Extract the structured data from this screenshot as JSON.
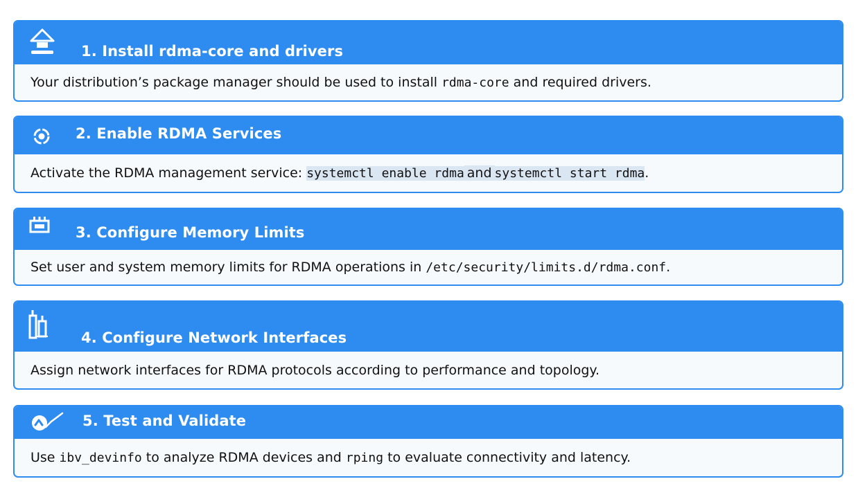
{
  "steps": [
    {
      "icon": "install-icon",
      "title": "1. Install rdma-core and drivers",
      "body": {
        "t1": "Your distribution’s package manager should be used to install ",
        "code1": "rdma-core",
        "t2": " and required drivers."
      }
    },
    {
      "icon": "target-icon",
      "title": "2. Enable RDMA Services",
      "body": {
        "t1": "Activate the RDMA management service: ",
        "code1": "systemctl enable rdma",
        "t2": "and",
        "code2": "systemctl start rdma",
        "t3": "."
      }
    },
    {
      "icon": "memory-icon",
      "title": "3. Configure Memory Limits",
      "body": {
        "t1": "Set user and system memory limits for RDMA operations in ",
        "code1": "/etc/security/limits.d/rdma.conf",
        "t2": "."
      }
    },
    {
      "icon": "network-interfaces-icon",
      "title": "4. Configure Network Interfaces",
      "body": {
        "t1": "Assign network interfaces for RDMA protocols according to performance and topology."
      }
    },
    {
      "icon": "validate-icon",
      "title": "5. Test and Validate",
      "body": {
        "t1": "Use ",
        "code1": "ibv_devinfo",
        "t2": " to analyze RDMA devices and ",
        "code2": "rping",
        "t3": " to evaluate connectivity and latency."
      }
    }
  ],
  "colors": {
    "accent": "#2e8cf0",
    "body_bg": "#f7fafd",
    "highlight": "#dbe6f3"
  }
}
